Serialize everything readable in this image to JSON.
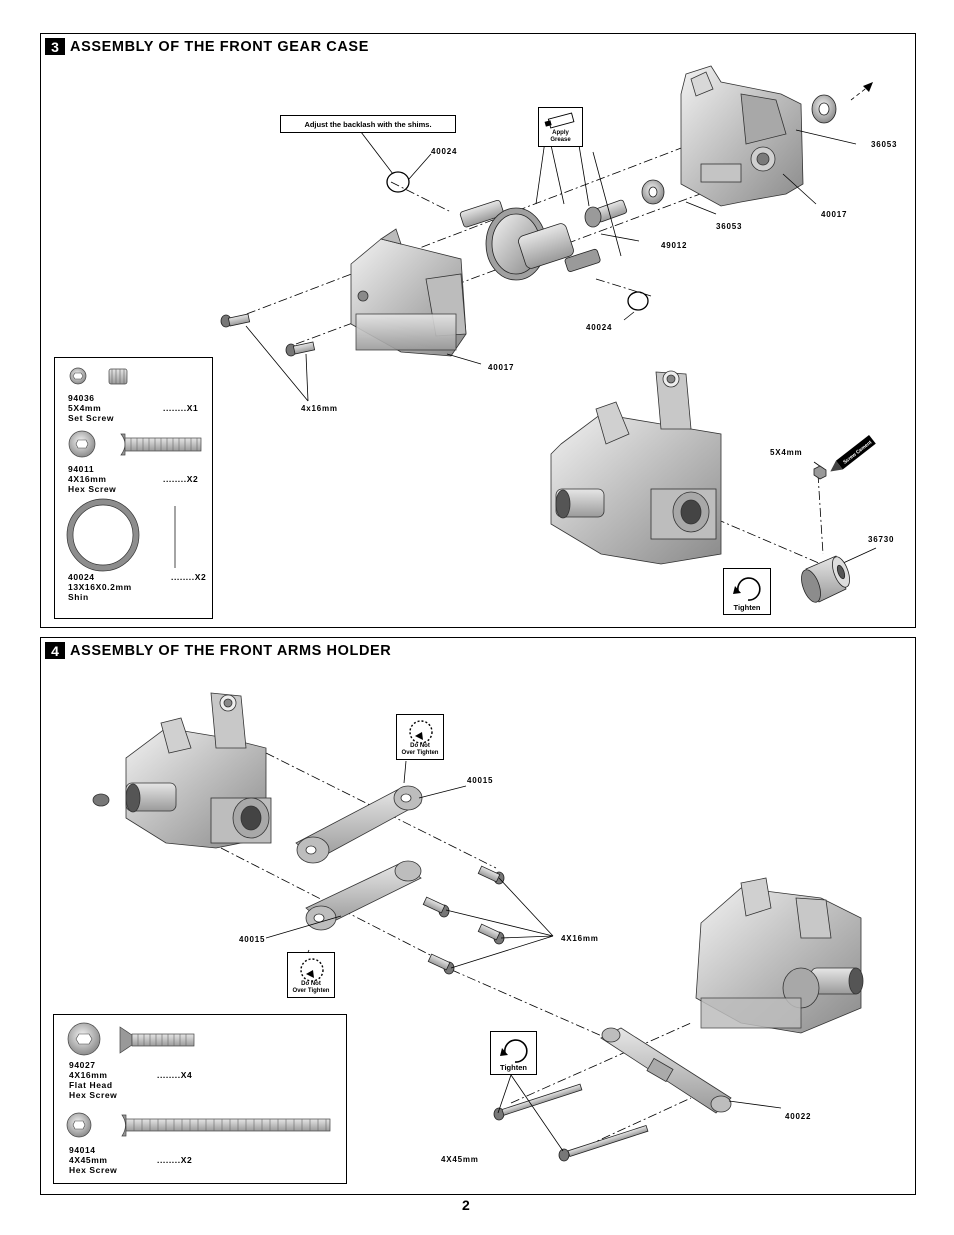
{
  "step3": {
    "number": "3",
    "title": "ASSEMBLY OF THE FRONT GEAR CASE",
    "callout_backlash": "Adjust the backlash with the shims.",
    "grease_line1": "Apply",
    "grease_line2": "Grease",
    "labels": {
      "p40024_top": "40024",
      "p40024_bottom": "40024",
      "p36053_right": "36053",
      "p36053_mid": "36053",
      "p40017_right": "40017",
      "p40017_left": "40017",
      "p49012": "49012",
      "screw_4x16": "4x16mm",
      "setscrew_5x4": "5X4mm",
      "p36730": "36730",
      "thread_lock": "Screw Cement"
    },
    "tighten": "Tighten",
    "parts": [
      {
        "code": "94036",
        "size": "5X4mm",
        "name": "Set Screw",
        "qty": "........X1"
      },
      {
        "code": "94011",
        "size": "4X16mm",
        "name": "Hex Screw",
        "qty": "........X2"
      },
      {
        "code": "40024",
        "size": "13X16X0.2mm",
        "name": "Shin",
        "qty": "........X2"
      }
    ]
  },
  "step4": {
    "number": "4",
    "title": "ASSEMBLY OF THE FRONT ARMS HOLDER",
    "labels": {
      "p40015_top": "40015",
      "p40015_bottom": "40015",
      "screw_4x16": "4X16mm",
      "screw_4x45": "4X45mm",
      "p40022": "40022"
    },
    "do_not_line1": "Do Not",
    "do_not_line2": "Over Tighten",
    "tighten": "Tighten",
    "parts": [
      {
        "code": "94027",
        "size": "4X16mm",
        "name1": "Flat Head",
        "name2": "Hex Screw",
        "qty": "........X4"
      },
      {
        "code": "94014",
        "size": "4X45mm",
        "name1": "Hex Screw",
        "qty": "........X2"
      }
    ]
  },
  "page_number": "2"
}
